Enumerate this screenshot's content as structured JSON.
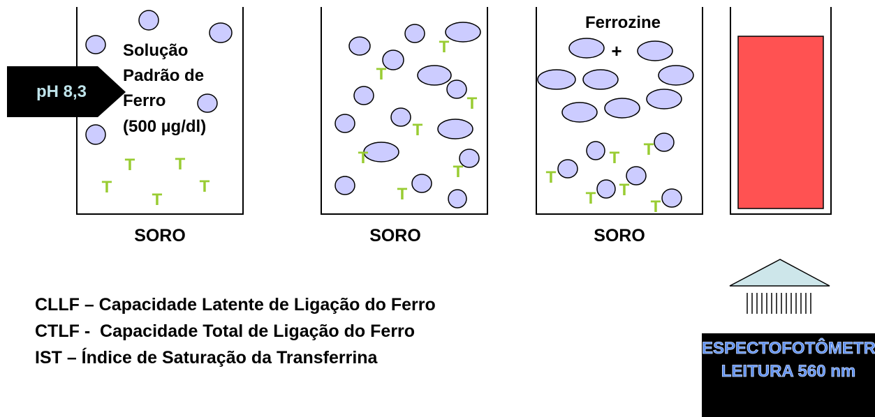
{
  "tube1": {
    "label": "SORO",
    "text_lines": [
      "Solução",
      "Padrão de",
      "Ferro",
      "(500 µg/dl)"
    ],
    "arrow_label": "pH 8,3"
  },
  "tube2": {
    "label": "SORO"
  },
  "tube3": {
    "label": "SORO",
    "reagent": "Ferrozine",
    "plus": "+"
  },
  "cuvette": {
    "fill_color": "#ff5252"
  },
  "transferrin_symbol": "T",
  "definitions": [
    "CLLF – Capacidade Latente de Ligação do Ferro",
    "CTLF -  Capacidade Total de Ligação do Ferro",
    "IST – Índice de Saturação da Transferrina"
  ],
  "spectrophotometer": {
    "name": "ESPECTOFOTÔMETRO",
    "reading": "LEITURA 560 nm",
    "prism_color": "#cde6ea"
  },
  "colors": {
    "particle_fill": "#ccccff",
    "transferrin": "#99cc33",
    "arrow_box": "#000000",
    "arrow_text": "#bfe3ea"
  }
}
